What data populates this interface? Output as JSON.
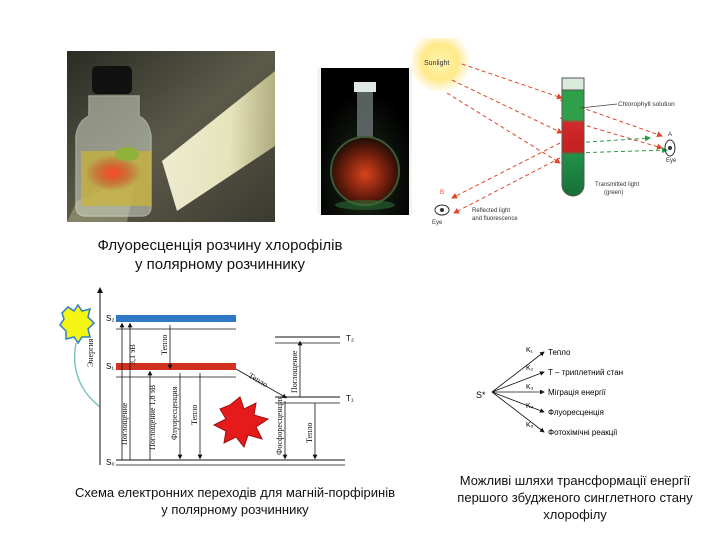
{
  "captions": {
    "fluorescence_line1": "Флуоресценція розчину хлорофілів",
    "fluorescence_line2": "у полярному розчиннику",
    "scheme_line1": "Схема електронних переходів для магній-порфіринів",
    "scheme_line2": "у полярному розчиннику",
    "pathways_line1": "Можливі шляхи трансформації енергії",
    "pathways_line2": "першого збудженого синглетного стану",
    "pathways_line3": "хлорофілу"
  },
  "light_diagram": {
    "sunlight": "Sunlight",
    "chlorophyll_solution": "Chlorophyll solution",
    "eye_right": "Eye",
    "transmitted_line1": "Transmitted light",
    "transmitted_line2": "(green)",
    "reflected_line1": "Reflected light",
    "reflected_line2": "and fluorescence",
    "eye_left": "Eye",
    "marker_b": "B",
    "marker_a": "A"
  },
  "energy_diagram": {
    "axis_label": "Энергия",
    "s2": "S₂",
    "s1": "S₁",
    "s0": "S₀",
    "t2": "T₂",
    "t1": "T₁",
    "absorb_high": "Поглощение",
    "absorb_low": "Поглощение 1,8 эВ",
    "ev_high": "3,1 эВ",
    "heat_high": "Тепло",
    "fluorescence": "Флуоресценция",
    "heat_mid": "Тепло",
    "heat_isc": "Тепло",
    "absorb_triplet": "Поглощение",
    "phosphorescence": "Фосфоресценция",
    "heat_triplet": "Тепло"
  },
  "pathways": {
    "source": "S*",
    "k1": "K₁",
    "k2": "K₂",
    "k3": "K₃",
    "k4": "K₄",
    "k5": "K₅",
    "p1": "Тепло",
    "p2": "T – триплетний стан",
    "p3": "Міграція енергії",
    "p4": "Флуоресценція",
    "p5": "Фотохімічні реакції"
  }
}
